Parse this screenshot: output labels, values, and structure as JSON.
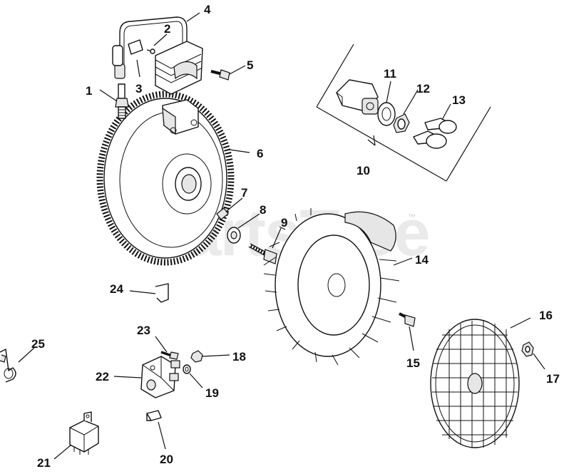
{
  "watermark": {
    "text": "PartsTree",
    "trademark": "™"
  },
  "callouts": {
    "c1": "1",
    "c2": "2",
    "c3": "3",
    "c4": "4",
    "c5": "5",
    "c6": "6",
    "c7": "7",
    "c8": "8",
    "c9": "9",
    "c10": "10",
    "c11": "11",
    "c12": "12",
    "c13": "13",
    "c14": "14",
    "c15": "15",
    "c16": "16",
    "c17": "17",
    "c18": "18",
    "c19": "19",
    "c20": "20",
    "c21": "21",
    "c22": "22",
    "c23": "23",
    "c24": "24",
    "c25": "25"
  }
}
